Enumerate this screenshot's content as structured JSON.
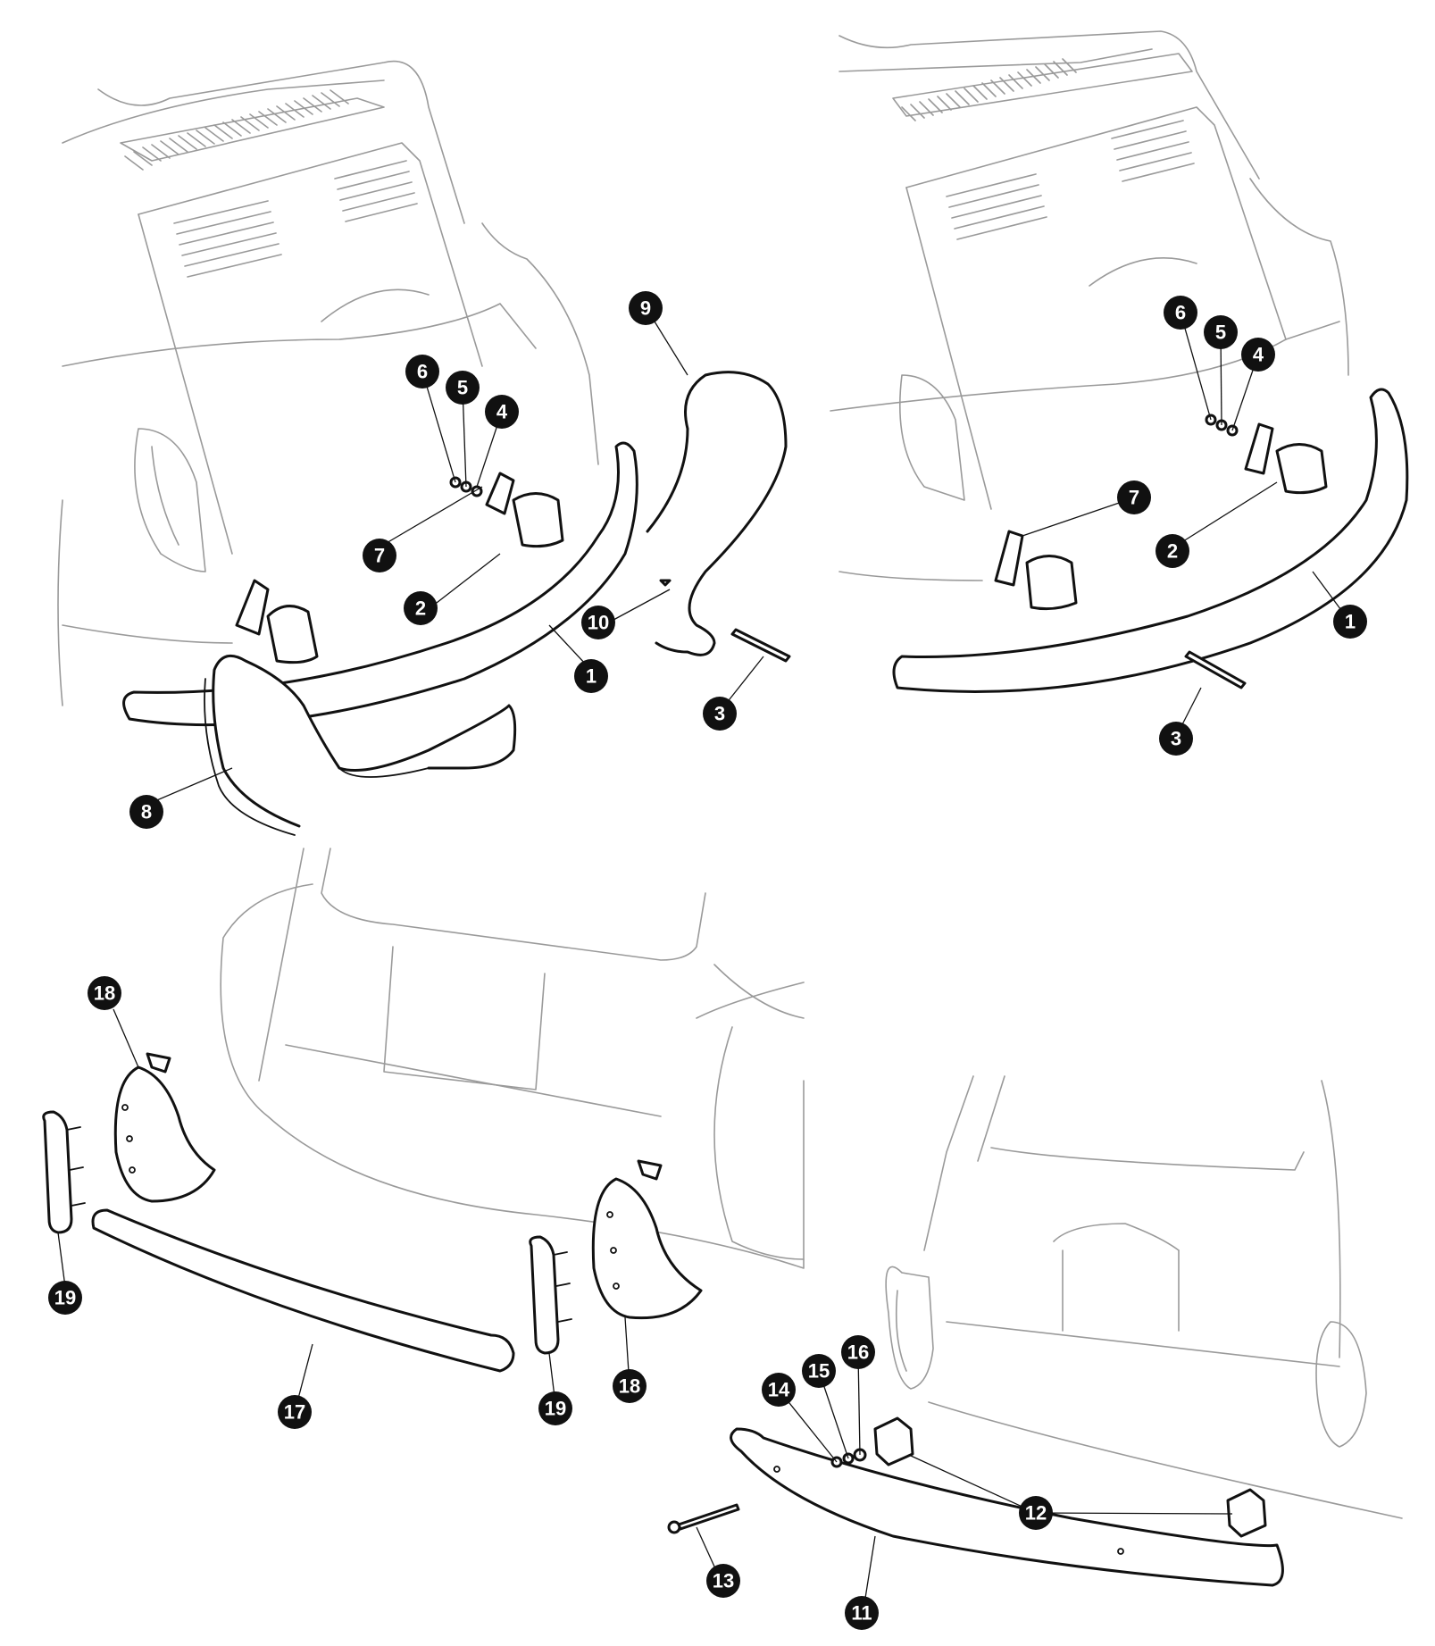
{
  "colors": {
    "badge_fill": "#111111",
    "badge_text": "#ffffff",
    "part_stroke": "#111111",
    "car_stroke": "#9a9a9a",
    "background": "#ffffff"
  },
  "panels": [
    {
      "name": "panel-top-left-bumper-with-overriders",
      "callouts": [
        "1",
        "2",
        "3",
        "4",
        "5",
        "6",
        "7",
        "8",
        "9",
        "10"
      ]
    },
    {
      "name": "panel-top-right-bumper",
      "callouts": [
        "1",
        "2",
        "3",
        "4",
        "5",
        "6",
        "7"
      ]
    },
    {
      "name": "panel-bottom-left-bumper-with-end-caps",
      "callouts": [
        "17",
        "18",
        "18",
        "19",
        "19"
      ]
    },
    {
      "name": "panel-bottom-right-front-bumper",
      "callouts": [
        "11",
        "12",
        "13",
        "14",
        "15",
        "16"
      ]
    }
  ]
}
